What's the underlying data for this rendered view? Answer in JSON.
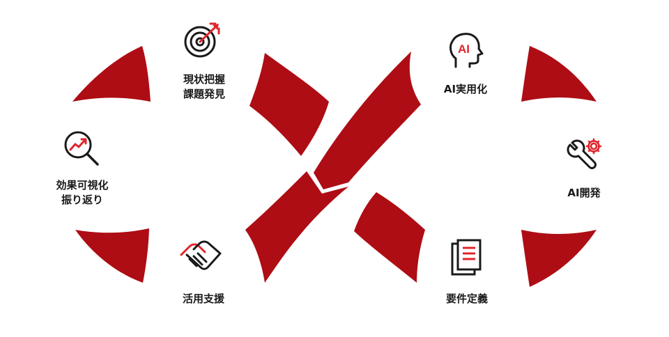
{
  "steps": [
    {
      "id": "issue-discovery",
      "label": "現状把握\n課題発見",
      "icon": "target-arrow-icon"
    },
    {
      "id": "ai-practical",
      "label": "AI実用化",
      "icon": "ai-head-icon"
    },
    {
      "id": "ai-development",
      "label": "AI開発",
      "icon": "wrench-gear-icon"
    },
    {
      "id": "requirements",
      "label": "要件定義",
      "icon": "document-icon"
    },
    {
      "id": "utilization-support",
      "label": "活用支援",
      "icon": "handshake-icon"
    },
    {
      "id": "effect-review",
      "label": "効果可視化\n振り返り",
      "icon": "magnifier-chart-icon"
    }
  ],
  "icon_text": {
    "ai_badge": "AI"
  },
  "colors": {
    "band": "#b3181f",
    "band_dark": "#8e1016",
    "accent": "#e0252b",
    "ink": "#1a1a1a",
    "background": "#ffffff"
  }
}
